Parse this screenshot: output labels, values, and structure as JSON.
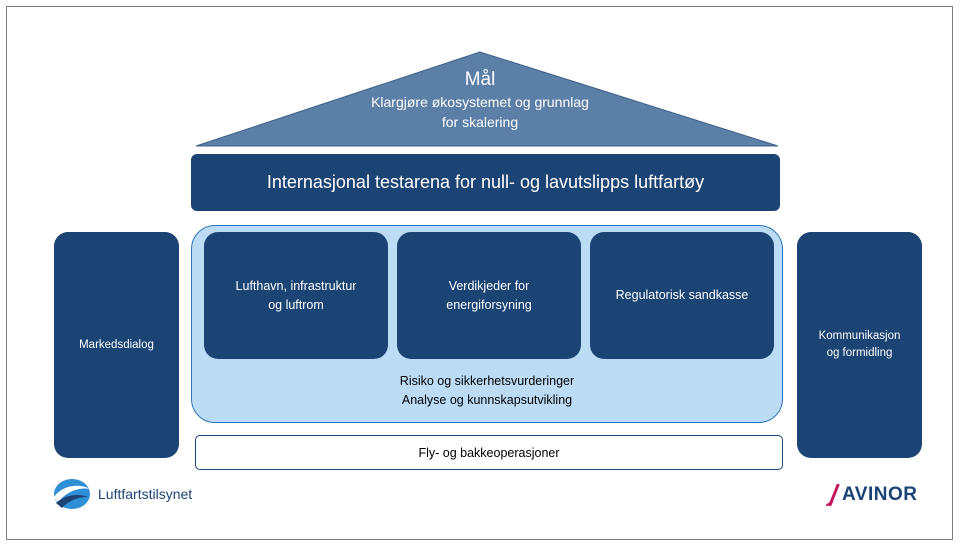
{
  "roof": {
    "title": "Mål",
    "subtitle_line1": "Klargjøre økosystemet og grunnlag",
    "subtitle_line2": "for skalering",
    "fill_color": "#5b7fa6"
  },
  "beam": {
    "label": "Internasjonal testarena for null- og lavutslipps luftfartøy"
  },
  "pillars": {
    "left": "Markedsdialog",
    "right": "Kommunikasjon\nog formidling"
  },
  "core": {
    "boxes": [
      "Lufthavn, infrastruktur\nog luftrom",
      "Verdikjeder for\nenergiforsyning",
      "Regulatorisk sandkasse"
    ],
    "line1": "Risiko og sikkerhetsvurderinger",
    "line2": "Analyse og kunnskapsutvikling"
  },
  "base": {
    "label": "Fly- og bakkeoperasjoner"
  },
  "logos": {
    "left": {
      "text": "Luftfartstilsynet",
      "icon": "luftfartstilsynet-swoosh-icon"
    },
    "right": {
      "text": "AVINOR",
      "icon": "avinor-slash-icon",
      "accent": "#c2185b"
    }
  },
  "colors": {
    "dark_navy": "#1b4474",
    "light_blue": "#bcdcf5",
    "roof_blue": "#5b7fa6"
  }
}
